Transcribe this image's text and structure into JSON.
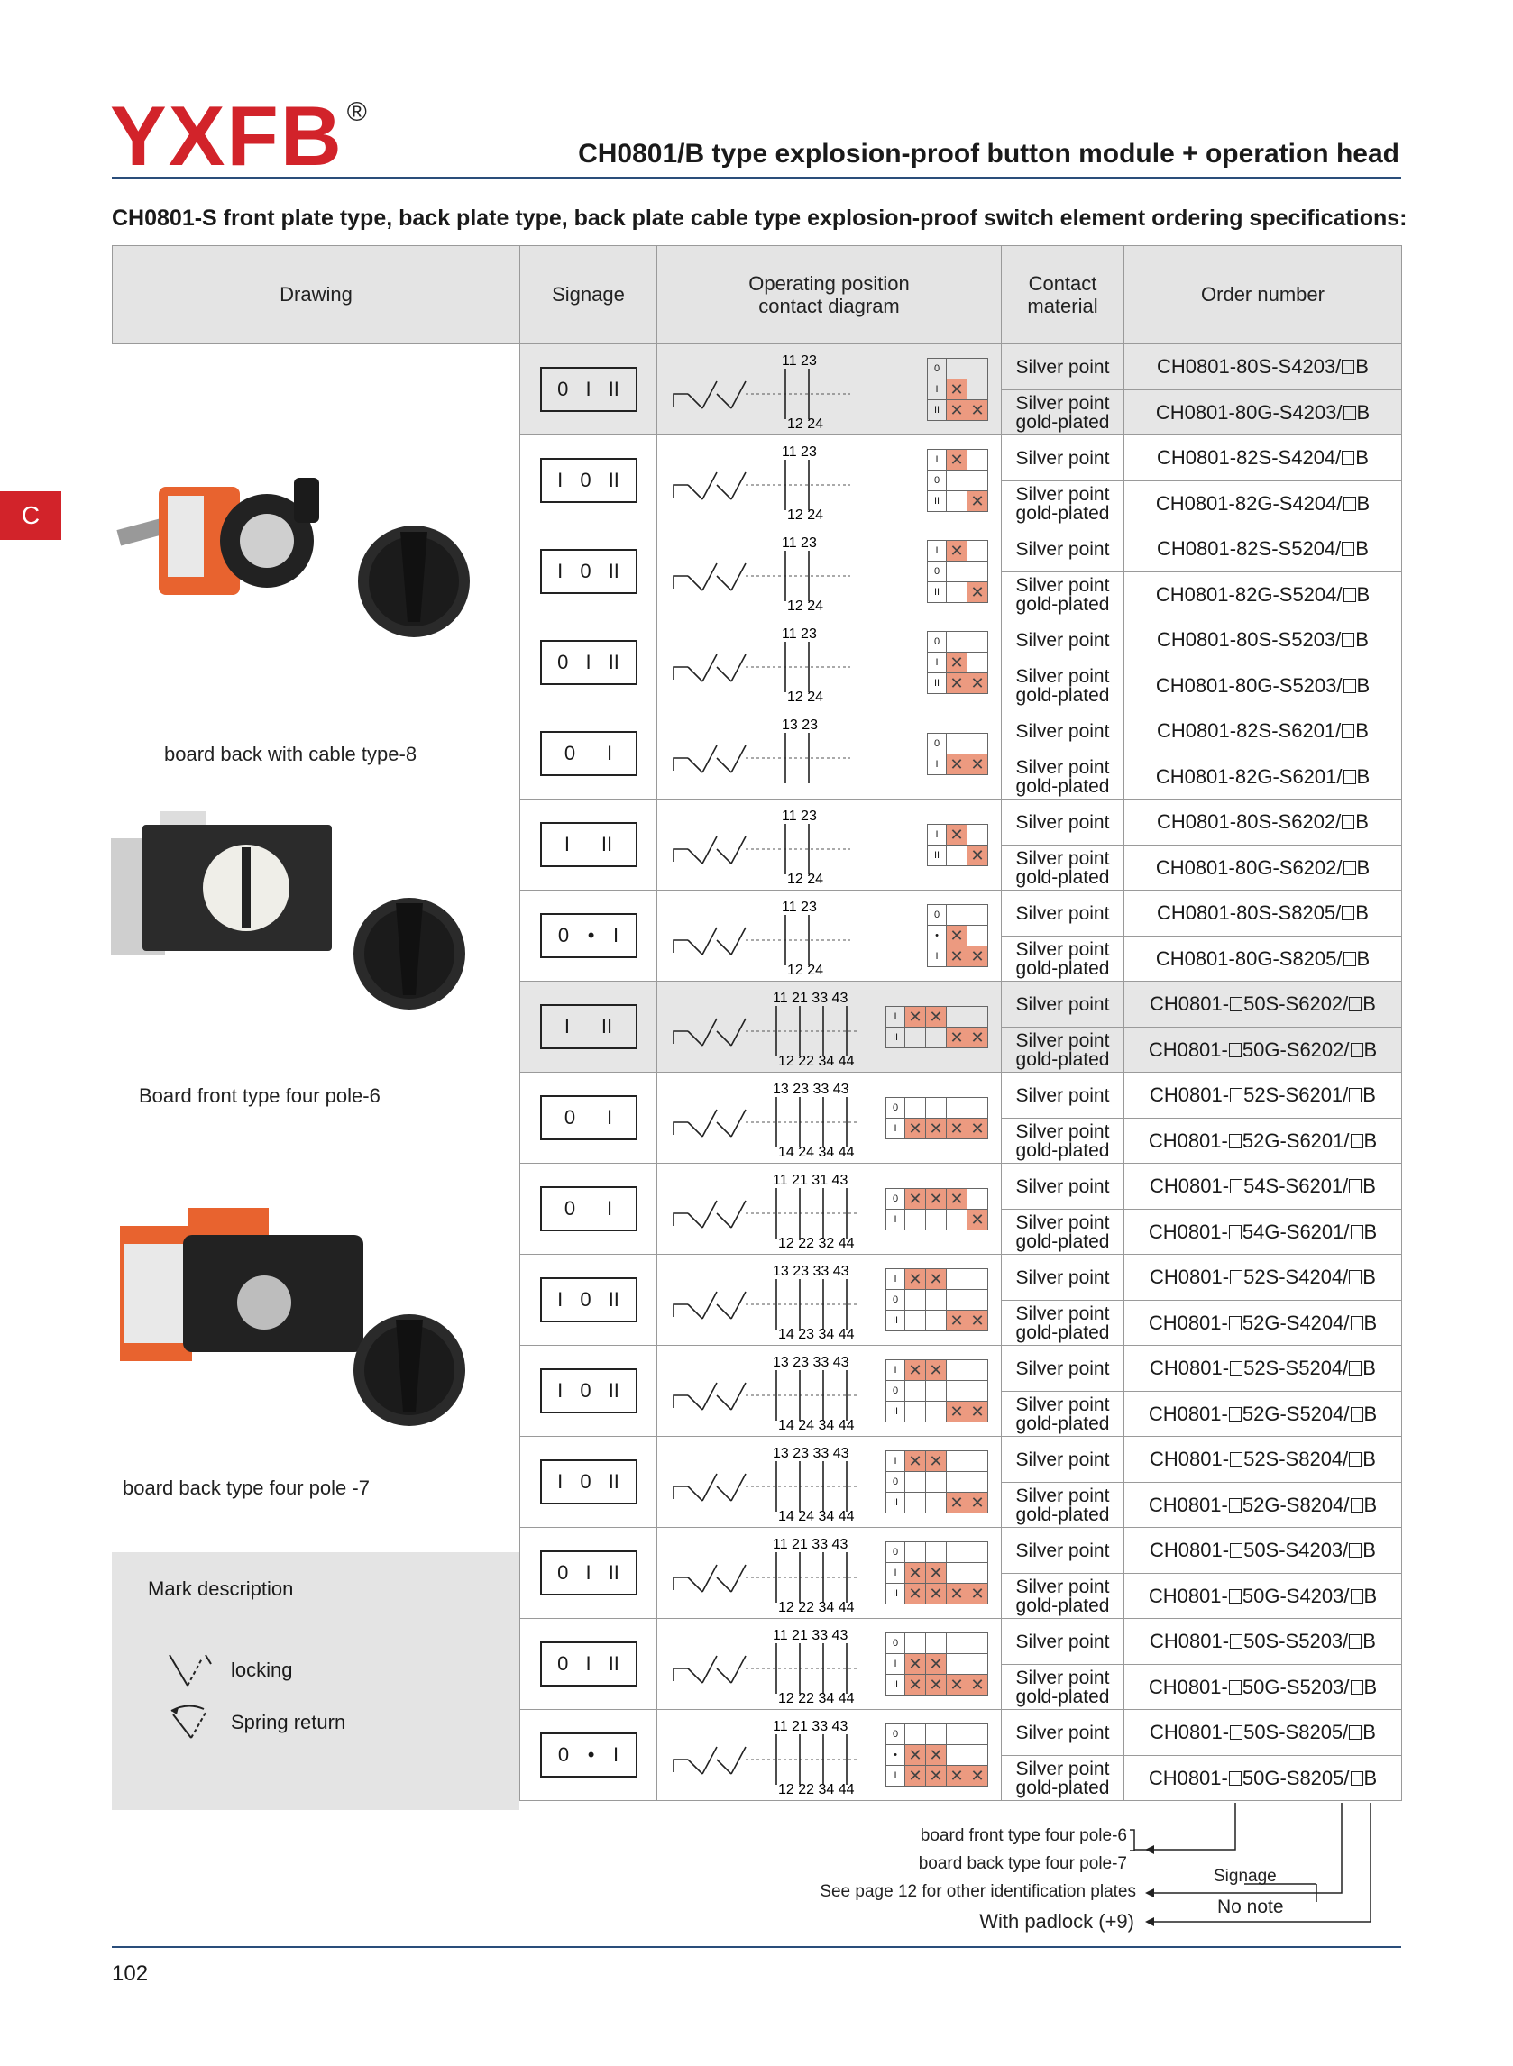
{
  "header": {
    "logo": "YXFB",
    "registered": "®",
    "title": "CH0801/B type explosion-proof button module + operation head",
    "subtitle": "CH0801-S front plate type, back plate type, back plate cable type explosion-proof switch element ordering specifications:",
    "side_tab": "C"
  },
  "table": {
    "headers": {
      "drawing": "Drawing",
      "signage": "Signage",
      "diagram_line1": "Operating position",
      "diagram_line2": "contact diagram",
      "material_line1": "Contact",
      "material_line2": "material",
      "order": "Order number"
    },
    "material_silver": "Silver point",
    "material_gold_line1": "Silver point",
    "material_gold_line2": "gold-plated",
    "rows": [
      {
        "signage": [
          "0",
          "I",
          "II"
        ],
        "terminals_top": "11  23",
        "terminals_bot": "12 24",
        "grid_labels": [
          "0",
          "I",
          "II"
        ],
        "cols": 2,
        "x": [
          [
            0,
            0
          ],
          [
            1,
            0
          ],
          [
            1,
            1
          ]
        ],
        "order_s": "CH0801-80S-S4203/",
        "order_g": "CH0801-80G-S4203/",
        "pre_s": "",
        "pre_g": "",
        "shaded": true
      },
      {
        "signage": [
          "I",
          "0",
          "II"
        ],
        "terminals_top": "11  23",
        "terminals_bot": "12 24",
        "grid_labels": [
          "I",
          "0",
          "II"
        ],
        "cols": 2,
        "x": [
          [
            1,
            0
          ],
          [
            0,
            0
          ],
          [
            0,
            1
          ]
        ],
        "order_s": "CH0801-82S-S4204/",
        "order_g": "CH0801-82G-S4204/",
        "pre_s": "",
        "pre_g": "",
        "shaded": false
      },
      {
        "signage": [
          "I",
          "0",
          "II"
        ],
        "terminals_top": "11  23",
        "terminals_bot": "12 24",
        "grid_labels": [
          "I",
          "0",
          "II"
        ],
        "cols": 2,
        "x": [
          [
            1,
            0
          ],
          [
            0,
            0
          ],
          [
            0,
            1
          ]
        ],
        "order_s": "CH0801-82S-S5204/",
        "order_g": "CH0801-82G-S5204/",
        "pre_s": "",
        "pre_g": "",
        "shaded": false
      },
      {
        "signage": [
          "0",
          "I",
          "II"
        ],
        "terminals_top": "11  23",
        "terminals_bot": "12 24",
        "grid_labels": [
          "0",
          "I",
          "II"
        ],
        "cols": 2,
        "x": [
          [
            0,
            0
          ],
          [
            1,
            0
          ],
          [
            1,
            1
          ]
        ],
        "order_s": "CH0801-80S-S5203/",
        "order_g": "CH0801-80G-S5203/",
        "pre_s": "",
        "pre_g": "",
        "shaded": false
      },
      {
        "signage": [
          "0",
          "I"
        ],
        "terminals_top": "13  23",
        "terminals_bot": "",
        "grid_labels": [
          "0",
          "I"
        ],
        "cols": 2,
        "x": [
          [
            0,
            0
          ],
          [
            1,
            1
          ]
        ],
        "order_s": "CH0801-82S-S6201/",
        "order_g": "CH0801-82G-S6201/",
        "pre_s": "",
        "pre_g": "",
        "shaded": false
      },
      {
        "signage": [
          "I",
          "II"
        ],
        "terminals_top": "11  23",
        "terminals_bot": "12 24",
        "grid_labels": [
          "I",
          "II"
        ],
        "cols": 2,
        "x": [
          [
            1,
            0
          ],
          [
            0,
            1
          ]
        ],
        "order_s": "CH0801-80S-S6202/",
        "order_g": "CH0801-80G-S6202/",
        "pre_s": "",
        "pre_g": "",
        "shaded": false
      },
      {
        "signage": [
          "0",
          "•",
          "I"
        ],
        "terminals_top": "11  23",
        "terminals_bot": "12 24",
        "grid_labels": [
          "0",
          "•",
          "I"
        ],
        "cols": 2,
        "x": [
          [
            0,
            0
          ],
          [
            1,
            0
          ],
          [
            1,
            1
          ]
        ],
        "order_s": "CH0801-80S-S8205/",
        "order_g": "CH0801-80G-S8205/",
        "pre_s": "",
        "pre_g": "",
        "shaded": false
      },
      {
        "signage": [
          "I",
          "II"
        ],
        "terminals_top": "11 21 33 43",
        "terminals_bot": "12 22 34 44",
        "grid_labels": [
          "I",
          "II"
        ],
        "cols": 4,
        "x": [
          [
            1,
            1,
            0,
            0
          ],
          [
            0,
            0,
            1,
            1
          ]
        ],
        "order_s": "50S-S6202/",
        "order_g": "50G-S6202/",
        "pre_s": "CH0801-",
        "pre_g": "CH0801-",
        "shaded": true
      },
      {
        "signage": [
          "0",
          "I"
        ],
        "terminals_top": "13 23 33 43",
        "terminals_bot": "14 24 34 44",
        "grid_labels": [
          "0",
          "I"
        ],
        "cols": 4,
        "x": [
          [
            0,
            0,
            0,
            0
          ],
          [
            1,
            1,
            1,
            1
          ]
        ],
        "order_s": "52S-S6201/",
        "order_g": "52G-S6201/",
        "pre_s": "CH0801-",
        "pre_g": "CH0801-",
        "shaded": false
      },
      {
        "signage": [
          "0",
          "I"
        ],
        "terminals_top": "11 21 31 43",
        "terminals_bot": "12 22 32 44",
        "grid_labels": [
          "0",
          "I"
        ],
        "cols": 4,
        "x": [
          [
            1,
            1,
            1,
            0
          ],
          [
            0,
            0,
            0,
            1
          ]
        ],
        "order_s": "54S-S6201/",
        "order_g": "54G-S6201/",
        "pre_s": "CH0801-",
        "pre_g": "CH0801-",
        "shaded": false
      },
      {
        "signage": [
          "I",
          "0",
          "II"
        ],
        "terminals_top": "13 23 33 43",
        "terminals_bot": "14 23 34 44",
        "grid_labels": [
          "I",
          "0",
          "II"
        ],
        "cols": 4,
        "x": [
          [
            1,
            1,
            0,
            0
          ],
          [
            0,
            0,
            0,
            0
          ],
          [
            0,
            0,
            1,
            1
          ]
        ],
        "order_s": "52S-S4204/",
        "order_g": "52G-S4204/",
        "pre_s": "CH0801-",
        "pre_g": "CH0801-",
        "shaded": false
      },
      {
        "signage": [
          "I",
          "0",
          "II"
        ],
        "terminals_top": "13 23 33 43",
        "terminals_bot": "14 24 34 44",
        "grid_labels": [
          "I",
          "0",
          "II"
        ],
        "cols": 4,
        "x": [
          [
            1,
            1,
            0,
            0
          ],
          [
            0,
            0,
            0,
            0
          ],
          [
            0,
            0,
            1,
            1
          ]
        ],
        "order_s": "52S-S5204/",
        "order_g": "52G-S5204/",
        "pre_s": "CH0801-",
        "pre_g": "CH0801-",
        "shaded": false
      },
      {
        "signage": [
          "I",
          "0",
          "II"
        ],
        "terminals_top": "13 23 33 43",
        "terminals_bot": "14 24 34 44",
        "grid_labels": [
          "I",
          "0",
          "II"
        ],
        "cols": 4,
        "x": [
          [
            1,
            1,
            0,
            0
          ],
          [
            0,
            0,
            0,
            0
          ],
          [
            0,
            0,
            1,
            1
          ]
        ],
        "order_s": "52S-S8204/",
        "order_g": "52G-S8204/",
        "pre_s": "CH0801-",
        "pre_g": "CH0801-",
        "shaded": false
      },
      {
        "signage": [
          "0",
          "I",
          "II"
        ],
        "terminals_top": "11 21 33 43",
        "terminals_bot": "12 22 34 44",
        "grid_labels": [
          "0",
          "I",
          "II"
        ],
        "cols": 4,
        "x": [
          [
            0,
            0,
            0,
            0
          ],
          [
            1,
            1,
            0,
            0
          ],
          [
            1,
            1,
            1,
            1
          ]
        ],
        "order_s": "50S-S4203/",
        "order_g": "50G-S4203/",
        "pre_s": "CH0801-",
        "pre_g": "CH0801-",
        "shaded": false
      },
      {
        "signage": [
          "0",
          "I",
          "II"
        ],
        "terminals_top": "11 21 33 43",
        "terminals_bot": "12 22 34 44",
        "grid_labels": [
          "0",
          "I",
          "II"
        ],
        "cols": 4,
        "x": [
          [
            0,
            0,
            0,
            0
          ],
          [
            1,
            1,
            0,
            0
          ],
          [
            1,
            1,
            1,
            1
          ]
        ],
        "order_s": "50S-S5203/",
        "order_g": "50G-S5203/",
        "pre_s": "CH0801-",
        "pre_g": "CH0801-",
        "shaded": false
      },
      {
        "signage": [
          "0",
          "•",
          "I"
        ],
        "terminals_top": "11 21 33 43",
        "terminals_bot": "12 22 34 44",
        "grid_labels": [
          "0",
          "•",
          "I"
        ],
        "cols": 4,
        "x": [
          [
            0,
            0,
            0,
            0
          ],
          [
            1,
            1,
            0,
            0
          ],
          [
            1,
            1,
            1,
            1
          ]
        ],
        "order_s": "50S-S8205/",
        "order_g": "50G-S8205/",
        "pre_s": "CH0801-",
        "pre_g": "CH0801-",
        "shaded": false
      }
    ]
  },
  "captions": {
    "cable": "board back with cable type-8",
    "front4": "Board front type four pole-6",
    "back4": "board back type four pole -7"
  },
  "marks": {
    "title": "Mark description",
    "locking": "locking",
    "spring": "Spring return"
  },
  "notes": {
    "front6": "board front type four pole-6",
    "back7": "board back type  four pole-7",
    "see_page": "See page 12 for other identification plates",
    "padlock": "With padlock (+9)",
    "signage": "Signage",
    "no_note": "No note"
  },
  "footer": {
    "page": "102"
  },
  "colors": {
    "brand_red": "#d2232a",
    "rule_blue": "#2a4d7a",
    "cell_fill": "#ec9a80",
    "header_gray": "#e4e4e4"
  }
}
